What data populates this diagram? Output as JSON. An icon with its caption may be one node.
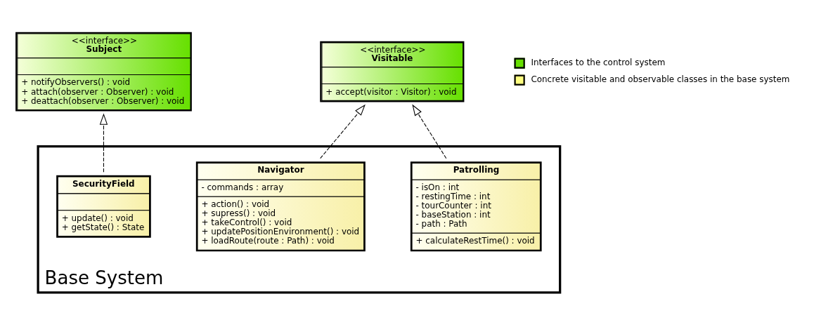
{
  "diagram": {
    "nodes": [
      {
        "text": [
          "<<interface>>",
          "Subject",
          "+ notifyObservers() : void",
          "+ attach(observer : Observer) : void",
          "+ deattach(observer : Observer) : void"
        ]
      },
      {
        "text": [
          "<<interface>>",
          "Visitable",
          "+ accept(visitor : Visitor) : void"
        ]
      },
      {
        "text": [
          "Base System"
        ]
      },
      {
        "text": [
          "SecurityField",
          "+ update() : void",
          "+ getState() : State"
        ],
        "in": 2
      },
      {
        "text": [
          "Navigator",
          "- commands : array",
          "+ action() : void",
          "+ supress() : void",
          "+ takeControl() : void",
          "+ updatePositionEnvironment() : void",
          "+ loadRoute(route : Path) : void"
        ],
        "in": 2
      },
      {
        "text": [
          "Patrolling",
          "- isOn : int",
          "- restingTime : int",
          "- tourCounter : int",
          "- baseStation : int",
          "- path : Path",
          "+ calculateRestTime() : void"
        ],
        "in": 2
      }
    ],
    "edges": [
      {
        "from": 3,
        "to": 0,
        "arrow": "to",
        "style": "dashed"
      },
      {
        "from": 4,
        "to": 1,
        "arrow": "to",
        "style": "dashed"
      },
      {
        "from": 5,
        "to": 1,
        "arrow": "to",
        "style": "dashed"
      }
    ],
    "legend": [
      {
        "text": "Interfaces to the control system",
        "color": "#66e000"
      },
      {
        "text": "Concrete visitable and observable classes in the base system",
        "color": "#ffff80"
      }
    ]
  }
}
